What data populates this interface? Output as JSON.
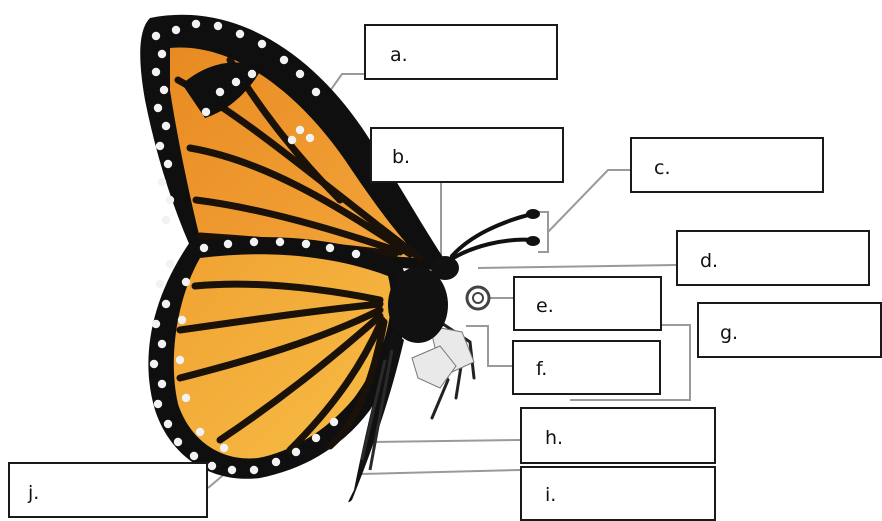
{
  "diagram": {
    "colors": {
      "wing_orange": "#f0962c",
      "wing_yellow": "#f4b43a",
      "vein_black": "#1a1109",
      "border_black": "#0d0d0d",
      "spot_white": "#f2f2f2",
      "leader_line": "#9a9a9a"
    },
    "labels": [
      {
        "id": "a",
        "text": "a."
      },
      {
        "id": "b",
        "text": "b."
      },
      {
        "id": "c",
        "text": "c."
      },
      {
        "id": "d",
        "text": "d."
      },
      {
        "id": "e",
        "text": "e."
      },
      {
        "id": "f",
        "text": "f."
      },
      {
        "id": "g",
        "text": "g."
      },
      {
        "id": "h",
        "text": "h."
      },
      {
        "id": "i",
        "text": "i."
      },
      {
        "id": "j",
        "text": "j."
      }
    ]
  }
}
